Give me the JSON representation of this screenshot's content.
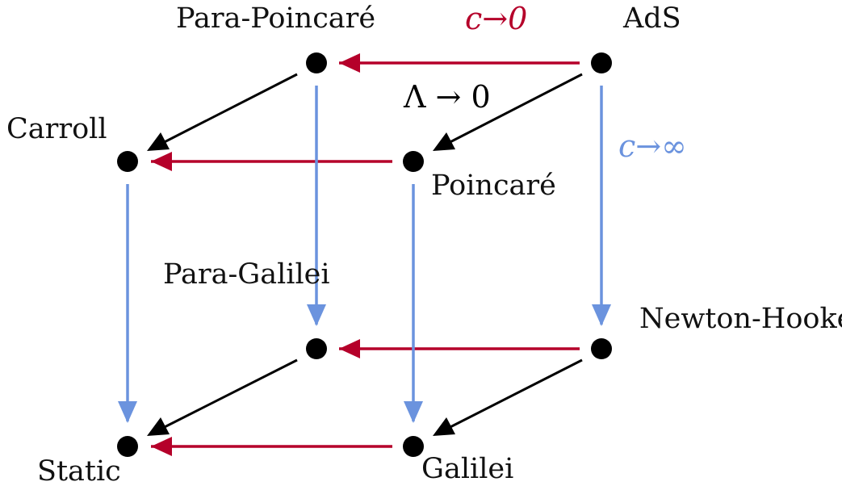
{
  "nodes": {
    "para_poincare": "Para-Poincaré",
    "ads": "AdS",
    "carroll": "Carroll",
    "poincare": "Poincaré",
    "para_galilei": "Para-Galilei",
    "newton_hooke": "Newton-Hooke",
    "static": "Static",
    "galilei": "Galilei"
  },
  "limits": {
    "c_to_zero": "c→0",
    "lambda_to_zero": "Λ → 0",
    "c_to_infinity": "c→∞"
  },
  "colors": {
    "c_to_zero": "#b5002a",
    "c_to_infinity": "#6b93de",
    "lambda_to_zero": "#000000"
  }
}
